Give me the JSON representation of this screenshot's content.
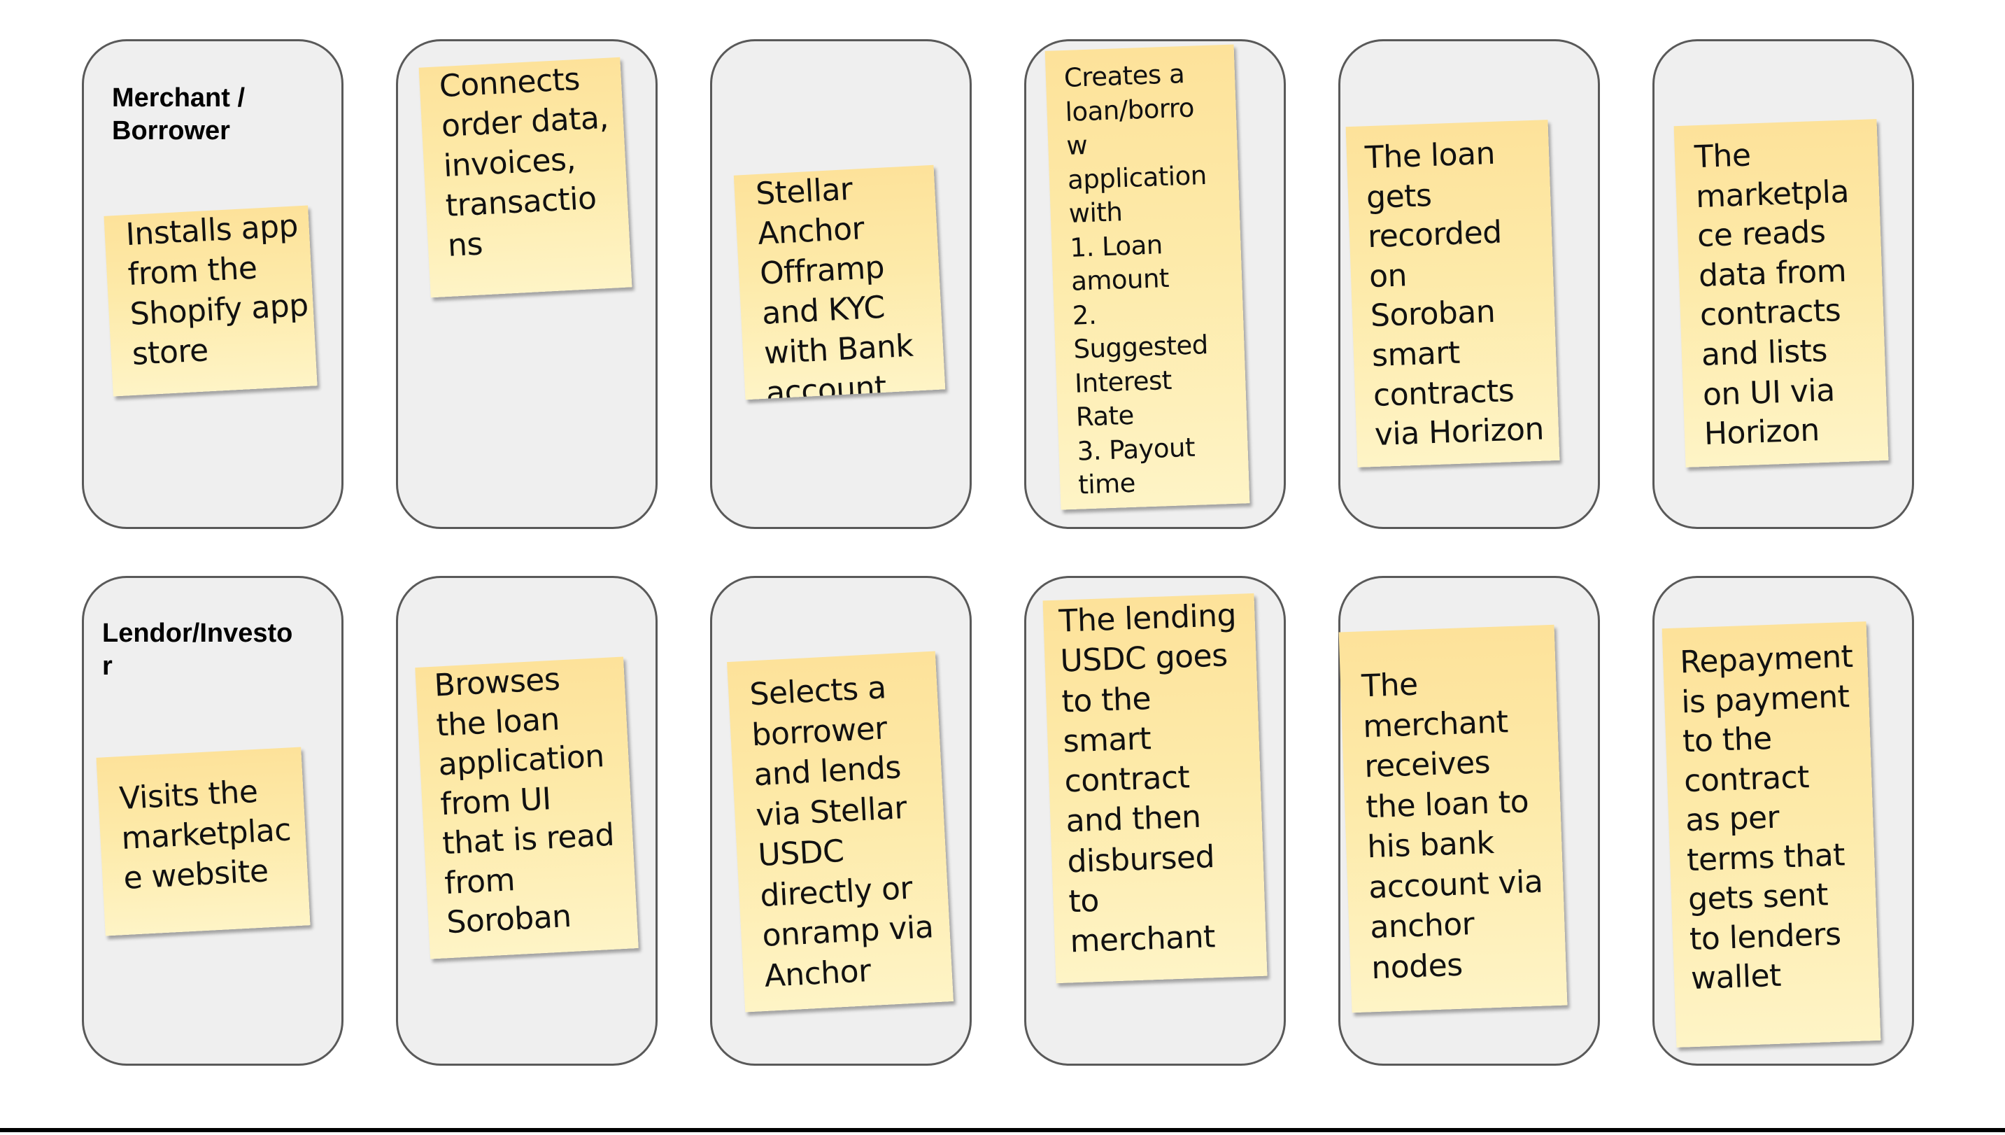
{
  "lanes": {
    "merchant": {
      "label": "Merchant /\nBorrower"
    },
    "lender": {
      "label": "Lendor/Investo\nr"
    }
  },
  "steps": {
    "merchant": [
      "Installs app\nfrom the\nShopify app\nstore",
      "Connects\norder data,\ninvoices,\ntransactio\nns",
      "Stellar\nAnchor\nOfframp\nand KYC\nwith Bank\naccount",
      "Creates a\nloan/borro\nw\napplication\nwith\n1. Loan\namount\n2.\nSuggested\nInterest\nRate\n3. Payout\ntime",
      "The loan\ngets\nrecorded\non\nSoroban\nsmart\ncontracts\nvia Horizon",
      "The\nmarketpla\nce reads\ndata from\ncontracts\nand lists\non UI via\nHorizon"
    ],
    "lender": [
      "Visits the\nmarketplac\ne website",
      "Browses\nthe loan\napplication\nfrom UI\nthat is read\nfrom\nSoroban",
      "Selects a\nborrower\nand lends\nvia Stellar\nUSDC\ndirectly or\nonramp via\nAnchor",
      "The lending\nUSDC goes\nto the\nsmart\ncontract\nand then\ndisbursed\nto\nmerchant",
      "The\nmerchant\nreceives\nthe loan to\nhis bank\naccount via\nanchor\nnodes",
      "Repayment\nis payment\nto the\ncontract\nas per\nterms that\ngets sent\nto lenders\nwallet"
    ]
  },
  "colors": {
    "lane_fill": "#efefef",
    "lane_border": "#595959",
    "sticky_top": "#fde29a",
    "sticky_bottom": "#fef4c6"
  }
}
